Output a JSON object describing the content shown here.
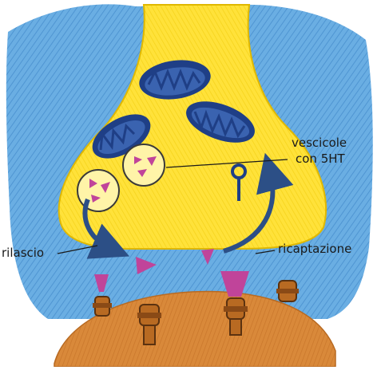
{
  "labels": {
    "vesicles_line1": "vescicole",
    "vesicles_line2": "con 5HT",
    "release": "rilascio",
    "reuptake": "ricaptazione"
  },
  "colors": {
    "background_blue": "#6aaee3",
    "terminal_yellow": "#ffe23a",
    "terminal_edge": "#e0b800",
    "mitochondrion_blue": "#1f3f86",
    "vesicle_fill": "#fff4a8",
    "serotonin_magenta": "#c0449a",
    "postsynaptic_tan": "#d9893a",
    "receptor_brown": "#b86a22",
    "arrow_navy": "#2c4f86"
  }
}
